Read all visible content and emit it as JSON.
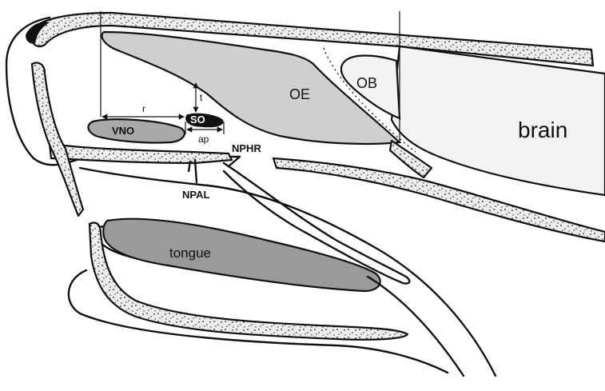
{
  "diagram": {
    "labels": {
      "oe": "OE",
      "ob": "OB",
      "brain": "brain",
      "vno": "VNO",
      "so": "SO",
      "tongue": "tongue",
      "nphr": "NPHR",
      "npal": "NPAL",
      "dim_r": "r",
      "dim_t": "t",
      "dim_ap": "ap"
    },
    "colors": {
      "olfactory_epithelium": "#cfcfcf",
      "vno": "#a9a9a9",
      "tongue": "#9a9a9a",
      "brain": "#f2f2f2",
      "so": "#111111",
      "bone": "#ececec"
    }
  }
}
